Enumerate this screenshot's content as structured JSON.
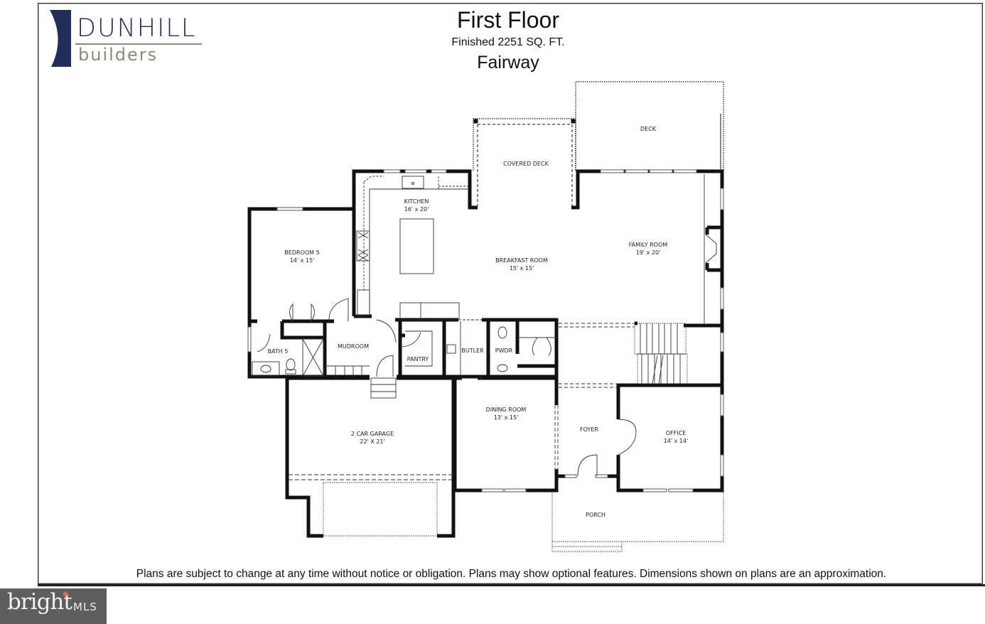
{
  "brand": {
    "name": "DUNHILL",
    "subtitle": "builders",
    "colors": {
      "navy": "#1f2f5a",
      "gray": "#8a8a7a"
    }
  },
  "header": {
    "floor": "First Floor",
    "finished_area": "Finished 2251 SQ. FT.",
    "model_name": "Fairway"
  },
  "rooms": [
    {
      "id": "deck",
      "name": "DECK",
      "size": ""
    },
    {
      "id": "covered-deck",
      "name": "COVERED DECK",
      "size": ""
    },
    {
      "id": "kitchen",
      "name": "KITCHEN",
      "size": "16' x 20'"
    },
    {
      "id": "bedroom-5",
      "name": "BEDROOM 5",
      "size": "14' x 15'"
    },
    {
      "id": "breakfast-room",
      "name": "BREAKFAST ROOM",
      "size": "15' x 15'"
    },
    {
      "id": "family-room",
      "name": "FAMILY ROOM",
      "size": "19' x 20'"
    },
    {
      "id": "bath-5",
      "name": "BATH 5",
      "size": ""
    },
    {
      "id": "mudroom",
      "name": "MUDROOM",
      "size": ""
    },
    {
      "id": "pantry",
      "name": "PANTRY",
      "size": ""
    },
    {
      "id": "butler",
      "name": "BUTLER",
      "size": ""
    },
    {
      "id": "pwdr",
      "name": "PWDR",
      "size": ""
    },
    {
      "id": "garage",
      "name": "2 CAR GARAGE",
      "size": "22' X 21'"
    },
    {
      "id": "dining-room",
      "name": "DINING ROOM",
      "size": "13' x 15'"
    },
    {
      "id": "foyer",
      "name": "FOYER",
      "size": ""
    },
    {
      "id": "office",
      "name": "OFFICE",
      "size": "14' x 14'"
    },
    {
      "id": "porch",
      "name": "PORCH",
      "size": ""
    }
  ],
  "footer": {
    "disclaimer": "Plans are subject to change at any time without notice or obligation. Plans may show optional features. Dimensions shown on plans are an approximation."
  },
  "watermark": {
    "brand": "bright",
    "suffix": "MLS",
    "accent": "#e0653a"
  }
}
